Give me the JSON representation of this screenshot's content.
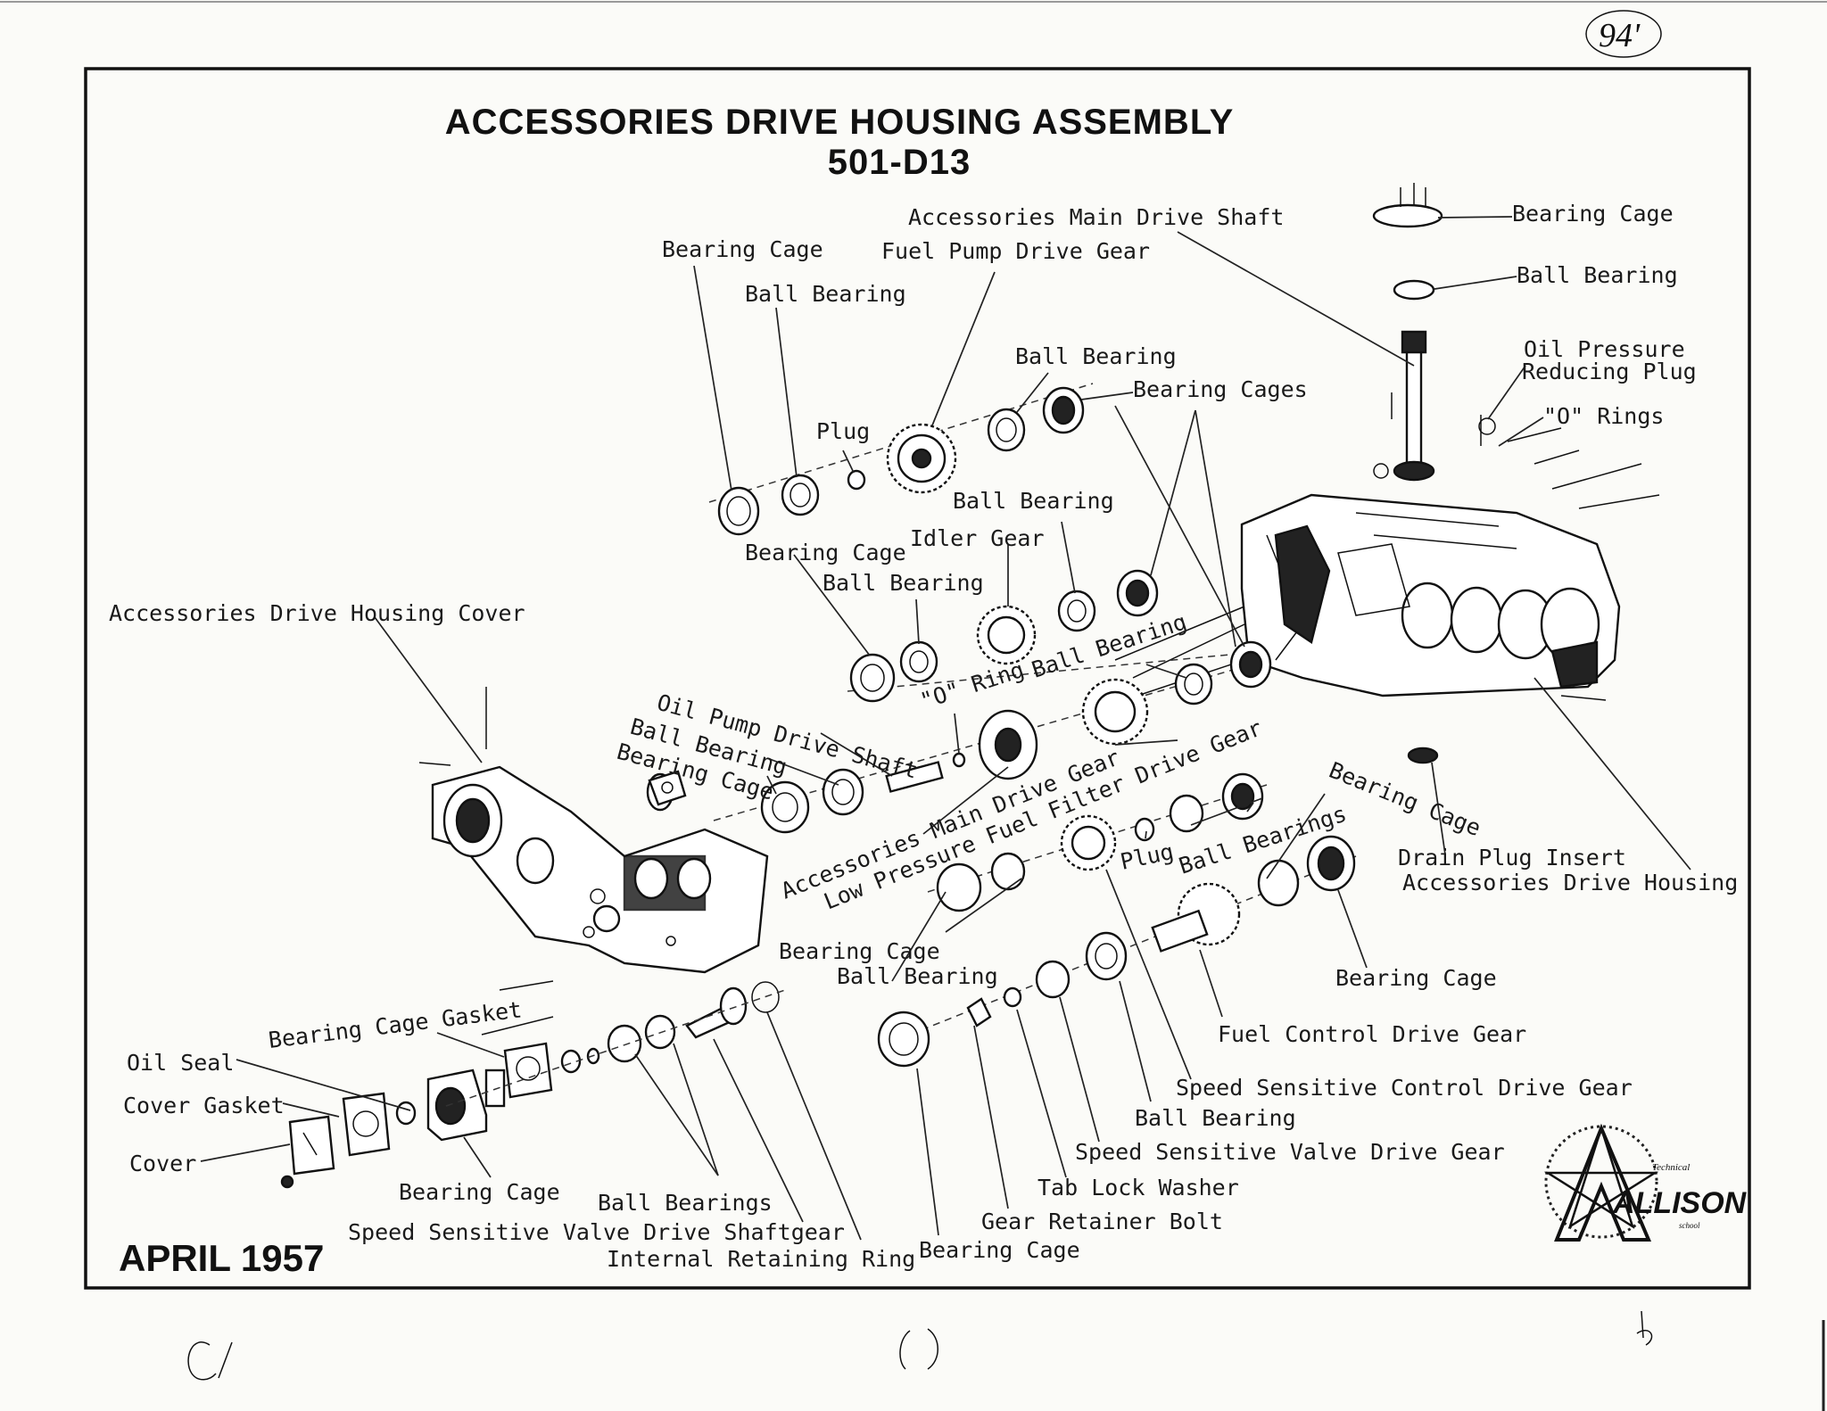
{
  "header": {
    "title": "ACCESSORIES DRIVE HOUSING ASSEMBLY",
    "part_number": "501-D13",
    "page_mark": "94'"
  },
  "footer": {
    "date": "APRIL 1957"
  },
  "logo": {
    "small_text_top": "Technical",
    "wordmark": "ALLISON",
    "small_text_bottom": "school"
  },
  "labels": {
    "accessories_main_drive_shaft": "Accessories Main Drive Shaft",
    "bearing_cage_top_right": "Bearing Cage",
    "ball_bearing_top_right": "Ball Bearing",
    "oil_pressure_line1": "Oil Pressure",
    "oil_pressure_line2": "Reducing Plug",
    "o_rings": "\"O\" Rings",
    "bearing_cage_upper": "Bearing Cage",
    "fuel_pump_drive_gear": "Fuel Pump Drive Gear",
    "ball_bearing_upper": "Ball Bearing",
    "ball_bearing_mid": "Ball Bearing",
    "bearing_cages": "Bearing Cages",
    "plug_upper": "Plug",
    "ball_bearing_idler": "Ball Bearing",
    "bearing_cage_idler": "Bearing Cage",
    "idler_gear": "Idler Gear",
    "ball_bearing_idler_left": "Ball Bearing",
    "cover_title": "Accessories Drive Housing Cover",
    "o_ring": "\"O\" Ring",
    "ball_bearing_diag": "Ball Bearing",
    "oil_pump_drive_shaft": "Oil Pump Drive Shaft",
    "ball_bearing_oil": "Ball Bearing",
    "bearing_cage_oil": "Bearing Cage",
    "accessories_main_drive_gear": "Accessories Main Drive Gear",
    "low_pressure_fuel_filter": "Low Pressure Fuel Filter Drive Gear",
    "plug_mid": "Plug",
    "ball_bearings_mid": "Ball Bearings",
    "bearing_cage_right": "Bearing Cage",
    "drain_plug_insert": "Drain Plug Insert",
    "accessories_drive_housing": "Accessories Drive Housing",
    "bearing_cage_low": "Bearing Cage",
    "ball_bearing_low": "Ball Bearing",
    "bearing_cage_right_low": "Bearing Cage",
    "fuel_control_drive_gear": "Fuel Control Drive Gear",
    "speed_sensitive_control": "Speed Sensitive Control Drive Gear",
    "ball_bearing_bottom": "Ball Bearing",
    "speed_sensitive_valve_drive_gear": "Speed Sensitive Valve Drive Gear",
    "tab_lock_washer": "Tab Lock Washer",
    "gear_retainer_bolt": "Gear Retainer Bolt",
    "bearing_cage_gasket": "Bearing Cage Gasket",
    "oil_seal": "Oil Seal",
    "cover_gasket": "Cover Gasket",
    "cover": "Cover",
    "bearing_cage_bottom": "Bearing Cage",
    "ball_bearings_bottom": "Ball Bearings",
    "speed_sensitive_valve_shaftgear": "Speed Sensitive Valve Drive Shaftgear",
    "internal_retaining_ring": "Internal Retaining Ring",
    "bearing_cage_bottom_right": "Bearing Cage"
  }
}
